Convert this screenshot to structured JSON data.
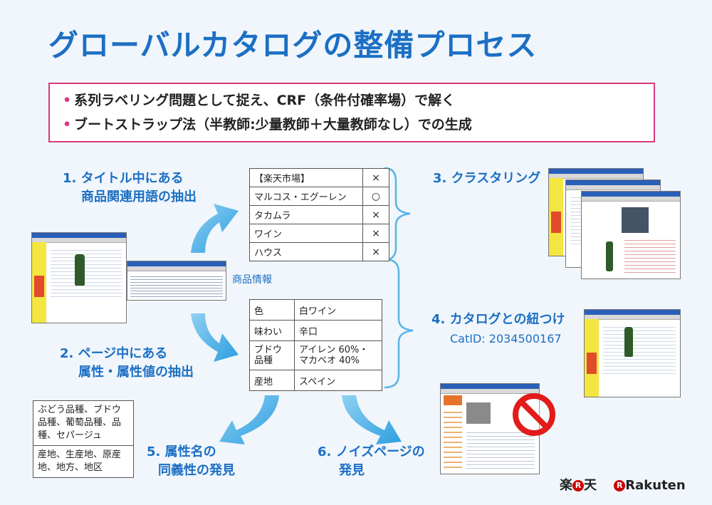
{
  "title": "グローバルカタログの整備プロセス",
  "bullets": [
    "系列ラベリング問題として捉え、CRF（条件付確率場）で解く",
    "ブートストラップ法（半教師:少量教師＋大量教師なし）での生成"
  ],
  "steps": {
    "s1": [
      "1. タイトル中にある",
      "商品関連用語の抽出"
    ],
    "s2": [
      "2. ページ中にある",
      "属性・属性値の抽出"
    ],
    "s3": [
      "3. クラスタリング"
    ],
    "s4": [
      "4. カタログとの紐つけ"
    ],
    "s5": [
      "5. 属性名の",
      "同義性の発見"
    ],
    "s6": [
      "6. ノイズページの",
      "発見"
    ]
  },
  "term_table": [
    {
      "term": "【楽天市場】",
      "mark": "×"
    },
    {
      "term": "マルコス・エグーレン",
      "mark": "○"
    },
    {
      "term": "タカムラ",
      "mark": "×"
    },
    {
      "term": "ワイン",
      "mark": "×"
    },
    {
      "term": "ハウス",
      "mark": "×"
    }
  ],
  "product_info_label": "商品情報",
  "attr_table": [
    {
      "name": "色",
      "value": "白ワイン"
    },
    {
      "name": "味わい",
      "value": "辛口"
    },
    {
      "name": "ブドウ\n品種",
      "value": "アイレン 60%・\nマカベオ 40%"
    },
    {
      "name": "産地",
      "value": "スペイン"
    }
  ],
  "catid": "CatID: 2034500167",
  "synonyms": [
    "ぶどう品種、ブドウ品種、葡萄品種、品種、セパージュ",
    "産地、生産地、原産地、地方、地区"
  ],
  "logo": {
    "jp_left": "楽",
    "jp_right": "天",
    "mark": "R",
    "en": "Rakuten"
  },
  "colors": {
    "accent": "#1c6fc4",
    "border_pink": "#d9397e",
    "background": "#f0f6fb"
  }
}
